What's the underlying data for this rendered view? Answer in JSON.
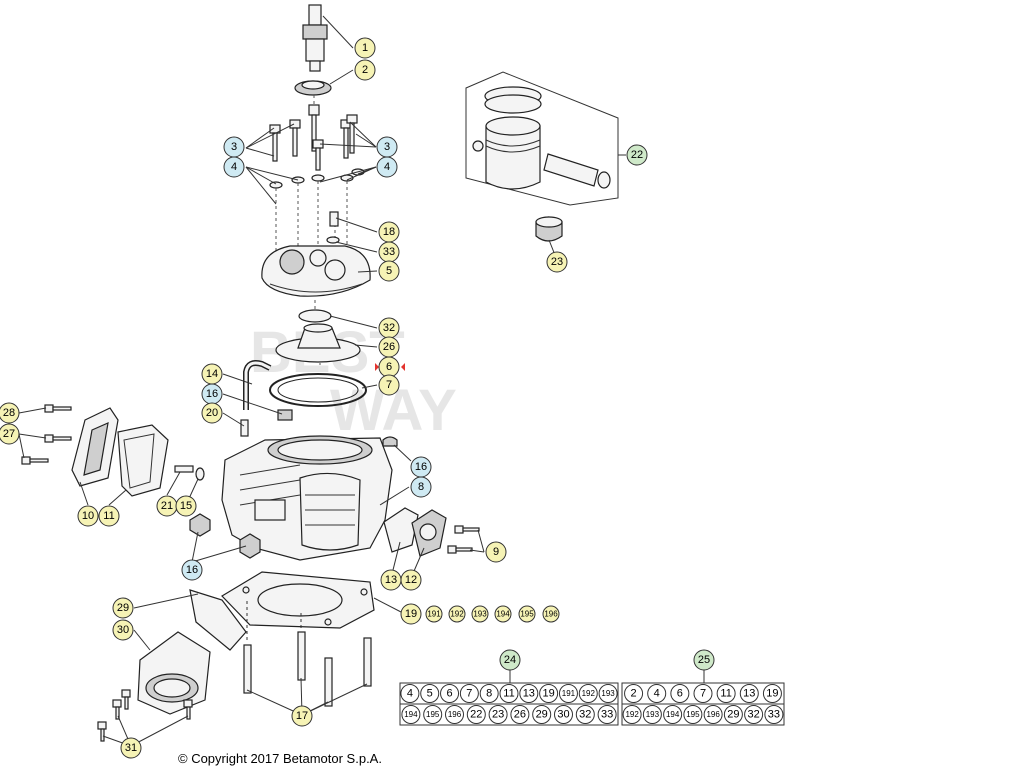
{
  "diagram": {
    "watermark": [
      "BEST",
      "WAY"
    ],
    "copyright": "© Copyright 2017 Betamotor S.p.A.",
    "highlight_color": "#e3342f",
    "callout_colors": {
      "yellow": "#f6f3b5",
      "blue": "#cfeaf3",
      "green": "#cfe9c9"
    },
    "callouts": [
      {
        "id": "c1",
        "label": "1",
        "color": "yellow"
      },
      {
        "id": "c2",
        "label": "2",
        "color": "yellow"
      },
      {
        "id": "c3a",
        "label": "3",
        "color": "blue"
      },
      {
        "id": "c3b",
        "label": "3",
        "color": "blue"
      },
      {
        "id": "c4a",
        "label": "4",
        "color": "blue"
      },
      {
        "id": "c4b",
        "label": "4",
        "color": "blue"
      },
      {
        "id": "c18",
        "label": "18",
        "color": "yellow"
      },
      {
        "id": "c33",
        "label": "33",
        "color": "yellow"
      },
      {
        "id": "c5",
        "label": "5",
        "color": "yellow"
      },
      {
        "id": "c32",
        "label": "32",
        "color": "yellow"
      },
      {
        "id": "c26",
        "label": "26",
        "color": "yellow"
      },
      {
        "id": "c6",
        "label": "6",
        "color": "yellow"
      },
      {
        "id": "c7",
        "label": "7",
        "color": "yellow"
      },
      {
        "id": "c14",
        "label": "14",
        "color": "yellow"
      },
      {
        "id": "c16a",
        "label": "16",
        "color": "blue"
      },
      {
        "id": "c20",
        "label": "20",
        "color": "yellow"
      },
      {
        "id": "c28",
        "label": "28",
        "color": "yellow"
      },
      {
        "id": "c27",
        "label": "27",
        "color": "yellow"
      },
      {
        "id": "c10",
        "label": "10",
        "color": "yellow"
      },
      {
        "id": "c11",
        "label": "11",
        "color": "yellow"
      },
      {
        "id": "c21",
        "label": "21",
        "color": "yellow"
      },
      {
        "id": "c15",
        "label": "15",
        "color": "yellow"
      },
      {
        "id": "c16b",
        "label": "16",
        "color": "blue"
      },
      {
        "id": "c8",
        "label": "8",
        "color": "blue"
      },
      {
        "id": "c16c",
        "label": "16",
        "color": "blue"
      },
      {
        "id": "c9",
        "label": "9",
        "color": "yellow"
      },
      {
        "id": "c13",
        "label": "13",
        "color": "yellow"
      },
      {
        "id": "c12",
        "label": "12",
        "color": "yellow"
      },
      {
        "id": "c29",
        "label": "29",
        "color": "yellow"
      },
      {
        "id": "c30",
        "label": "30",
        "color": "yellow"
      },
      {
        "id": "c19",
        "label": "19",
        "color": "yellow"
      },
      {
        "id": "c191",
        "label": "191",
        "color": "yellow"
      },
      {
        "id": "c192",
        "label": "192",
        "color": "yellow"
      },
      {
        "id": "c193",
        "label": "193",
        "color": "yellow"
      },
      {
        "id": "c194",
        "label": "194",
        "color": "yellow"
      },
      {
        "id": "c195",
        "label": "195",
        "color": "yellow"
      },
      {
        "id": "c196",
        "label": "196",
        "color": "yellow"
      },
      {
        "id": "c17",
        "label": "17",
        "color": "yellow"
      },
      {
        "id": "c31",
        "label": "31",
        "color": "yellow"
      },
      {
        "id": "c22",
        "label": "22",
        "color": "green"
      },
      {
        "id": "c23",
        "label": "23",
        "color": "yellow"
      },
      {
        "id": "c24",
        "label": "24",
        "color": "green"
      },
      {
        "id": "c25",
        "label": "25",
        "color": "green"
      }
    ],
    "kit_24": [
      [
        "4",
        "5",
        "6",
        "7",
        "8",
        "11",
        "13",
        "19",
        "191",
        "192",
        "193"
      ],
      [
        "194",
        "195",
        "196",
        "22",
        "23",
        "26",
        "29",
        "30",
        "32",
        "33"
      ]
    ],
    "kit_25": [
      [
        "2",
        "4",
        "6",
        "7",
        "11",
        "13",
        "19"
      ],
      [
        "192",
        "193",
        "194",
        "195",
        "196",
        "29",
        "32",
        "33"
      ]
    ]
  }
}
